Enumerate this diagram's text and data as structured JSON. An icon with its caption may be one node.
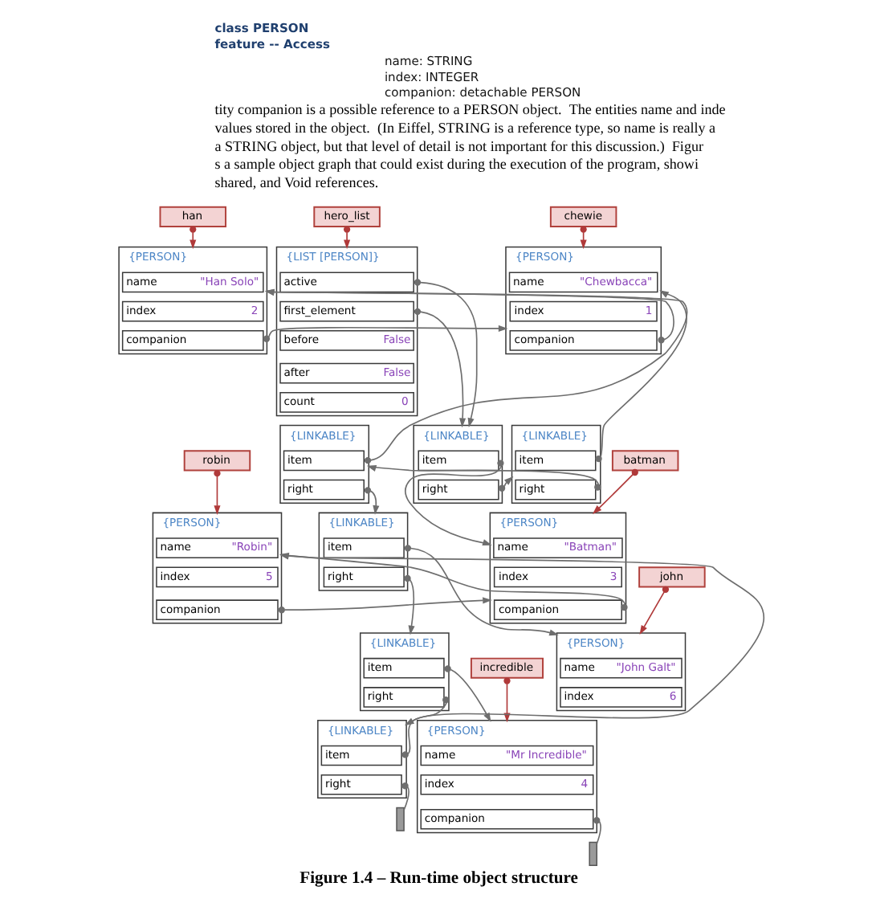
{
  "diagram": {
    "caption": "Figure 1.4 – Run-time object structure",
    "nodes": [
      {
        "text": [
          "hero_list"
        ]
      },
      {
        "text": [
          "{LIST [PERSON]}"
        ]
      },
      {
        "text": [
          "active"
        ],
        "in": 1
      },
      {
        "text": [
          "first_element"
        ],
        "in": 1
      },
      {
        "text": [
          "before",
          "False"
        ],
        "in": 1
      },
      {
        "text": [
          "after",
          "False"
        ],
        "in": 1
      },
      {
        "text": [
          "count",
          "0"
        ],
        "in": 1
      },
      {
        "text": [
          "chewie"
        ]
      },
      {
        "text": [
          "{PERSON}"
        ]
      },
      {
        "text": [
          "name",
          "\"Chewbacca\""
        ],
        "in": 8
      },
      {
        "text": [
          "index",
          "1"
        ],
        "in": 8
      },
      {
        "text": [
          "companion"
        ],
        "in": 8
      },
      {
        "text": [
          "{LINKABLE}"
        ]
      },
      {
        "text": [
          "item"
        ],
        "in": 12
      },
      {
        "text": [
          "right"
        ],
        "in": 12
      },
      {
        "text": [
          "han"
        ]
      },
      {
        "text": [
          "{PERSON}"
        ]
      },
      {
        "text": [
          "name",
          "\"Han Solo\""
        ],
        "in": 16
      },
      {
        "text": [
          "index",
          "2"
        ],
        "in": 16
      },
      {
        "text": [
          "companion"
        ],
        "in": 16
      },
      {
        "text": [
          "{LINKABLE}"
        ]
      },
      {
        "text": [
          "item"
        ],
        "in": 20
      },
      {
        "text": [
          "right"
        ],
        "in": 20
      },
      {
        "text": [
          "batman"
        ]
      },
      {
        "text": [
          "{PERSON}"
        ]
      },
      {
        "text": [
          "name",
          "\"Batman\""
        ],
        "in": 24
      },
      {
        "text": [
          "index",
          "3"
        ],
        "in": 24
      },
      {
        "text": [
          "companion"
        ],
        "in": 24
      },
      {
        "text": [
          "{LINKABLE}"
        ]
      },
      {
        "text": [
          "item"
        ],
        "in": 28
      },
      {
        "text": [
          "right"
        ],
        "in": 28
      },
      {
        "text": [
          "john"
        ]
      },
      {
        "text": [
          "{PERSON}"
        ]
      },
      {
        "text": [
          "name",
          "\"John Galt\""
        ],
        "in": 32
      },
      {
        "text": [
          "index",
          "6"
        ],
        "in": 32
      },
      {
        "text": [
          "{LINKABLE}"
        ]
      },
      {
        "text": [
          "item"
        ],
        "in": 35
      },
      {
        "text": [
          "right"
        ],
        "in": 35
      },
      {
        "text": [
          "incredible"
        ]
      },
      {
        "text": [
          "{PERSON}"
        ]
      },
      {
        "text": [
          "name",
          "\"Mr Incredible\""
        ],
        "in": 39
      },
      {
        "text": [
          "index",
          "4"
        ],
        "in": 39
      },
      {
        "text": [
          "companion"
        ],
        "in": 39
      },
      {
        "text": [],
        "shape": "bar"
      },
      {
        "text": [
          "{LINKABLE}"
        ]
      },
      {
        "text": [
          "item"
        ],
        "in": 44
      },
      {
        "text": [
          "right"
        ],
        "in": 44
      },
      {
        "text": [
          "robin"
        ]
      },
      {
        "text": [
          "{PERSON}"
        ]
      },
      {
        "text": [
          "name",
          "\"Robin\""
        ],
        "in": 48
      },
      {
        "text": [
          "index",
          "5"
        ],
        "in": 48
      },
      {
        "text": [
          "companion"
        ],
        "in": 48
      },
      {
        "text": [
          "{LINKABLE}"
        ]
      },
      {
        "text": [
          "item"
        ],
        "in": 52
      },
      {
        "text": [
          "right"
        ],
        "in": 52
      },
      {
        "text": [],
        "shape": "bar"
      }
    ],
    "edges": [
      {
        "from": 0,
        "to": 1,
        "arrow": "to",
        "color": "#b03a3a"
      },
      {
        "from": 2,
        "to": 12,
        "arrow": "to"
      },
      {
        "from": 3,
        "to": 12,
        "arrow": "to"
      },
      {
        "from": 7,
        "to": 8,
        "arrow": "to",
        "color": "#b03a3a"
      },
      {
        "from": 13,
        "to": 24,
        "arrow": "to"
      },
      {
        "from": 14,
        "to": 20,
        "arrow": "to"
      },
      {
        "from": 15,
        "to": 16,
        "arrow": "to",
        "color": "#b03a3a"
      },
      {
        "from": 11,
        "to": 16,
        "arrow": "to"
      },
      {
        "from": 19,
        "to": 8,
        "arrow": "to"
      },
      {
        "from": 21,
        "to": 8,
        "arrow": "to"
      },
      {
        "from": 22,
        "to": 28,
        "arrow": "to"
      },
      {
        "from": 23,
        "to": 24,
        "arrow": "to",
        "color": "#b03a3a"
      },
      {
        "from": 29,
        "to": 16,
        "arrow": "to"
      },
      {
        "from": 30,
        "to": 35,
        "arrow": "to"
      },
      {
        "from": 31,
        "to": 32,
        "arrow": "to",
        "color": "#b03a3a"
      },
      {
        "from": 36,
        "to": 32,
        "arrow": "to"
      },
      {
        "from": 37,
        "to": 44,
        "arrow": "to"
      },
      {
        "from": 38,
        "to": 39,
        "arrow": "to",
        "color": "#b03a3a"
      },
      {
        "from": 45,
        "to": 39,
        "arrow": "to"
      },
      {
        "from": 46,
        "to": 52,
        "arrow": "to"
      },
      {
        "from": 42,
        "to": 43,
        "arrow": "other"
      },
      {
        "from": 27,
        "to": 48,
        "arrow": "to"
      },
      {
        "from": 47,
        "to": 48,
        "arrow": "to",
        "color": "#b03a3a"
      },
      {
        "from": 51,
        "to": 24,
        "arrow": "to"
      },
      {
        "from": 53,
        "to": 48,
        "arrow": "to"
      },
      {
        "from": 54,
        "to": 55,
        "arrow": "other"
      }
    ],
    "labels": [
      "class PERSON",
      "feature -- Access",
      "name: STRING",
      "index: INTEGER",
      "companion: detachable PERSON",
      "tity companion is a possible reference to a PERSON object.  The entities name and inde",
      "values stored in the object.  (In Eiffel, STRING is a reference type, so name is really a",
      "a STRING object, but that level of detail is not important for this discussion.)  Figur",
      "s a sample object graph that could exist during the execution of the program, showi",
      "shared, and Void references."
    ]
  }
}
